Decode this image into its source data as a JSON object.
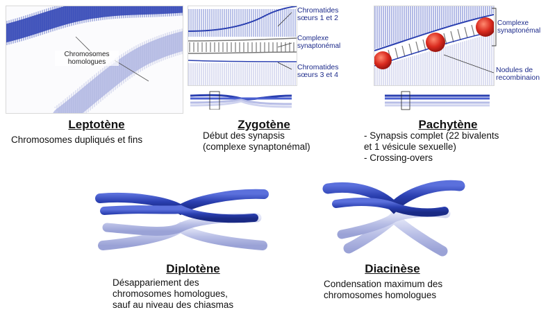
{
  "leptotene": {
    "title": "Leptotène",
    "description": "Chromosomes dupliqués et fins",
    "label_homologues": "Chromosomes\nhomologues"
  },
  "zygotene": {
    "title": "Zygotène",
    "description": "Début des synapsis\n(complexe synaptonémal)",
    "label_chromatides_12": "Chromatides\nsœurs 1 et 2",
    "label_complexe": "Complexe\nsynaptonémal",
    "label_chromatides_34": "Chromatides\nsœurs 3 et 4"
  },
  "pachytene": {
    "title": "Pachytène",
    "description": "- Synapsis complet (22 bivalents\net 1 vésicule sexuelle)\n- Crossing-overs",
    "label_complexe": "Complexe\nsynaptonémal",
    "label_nodules": "Nodules de\nrecombinaion"
  },
  "diplotene": {
    "title": "Diplotène",
    "description": "Désappariement des\nchromosomes homologues,\nsauf au niveau des chiasmas"
  },
  "diacinese": {
    "title": "Diacinèse",
    "description": "Condensation maximum des\nchromosomes homologues"
  },
  "colors": {
    "dark_blue": "#2a3fb0",
    "light_blue": "#b9bfe6",
    "nodule_red": "#d92a1e",
    "label_blue": "#1c2a8a"
  }
}
